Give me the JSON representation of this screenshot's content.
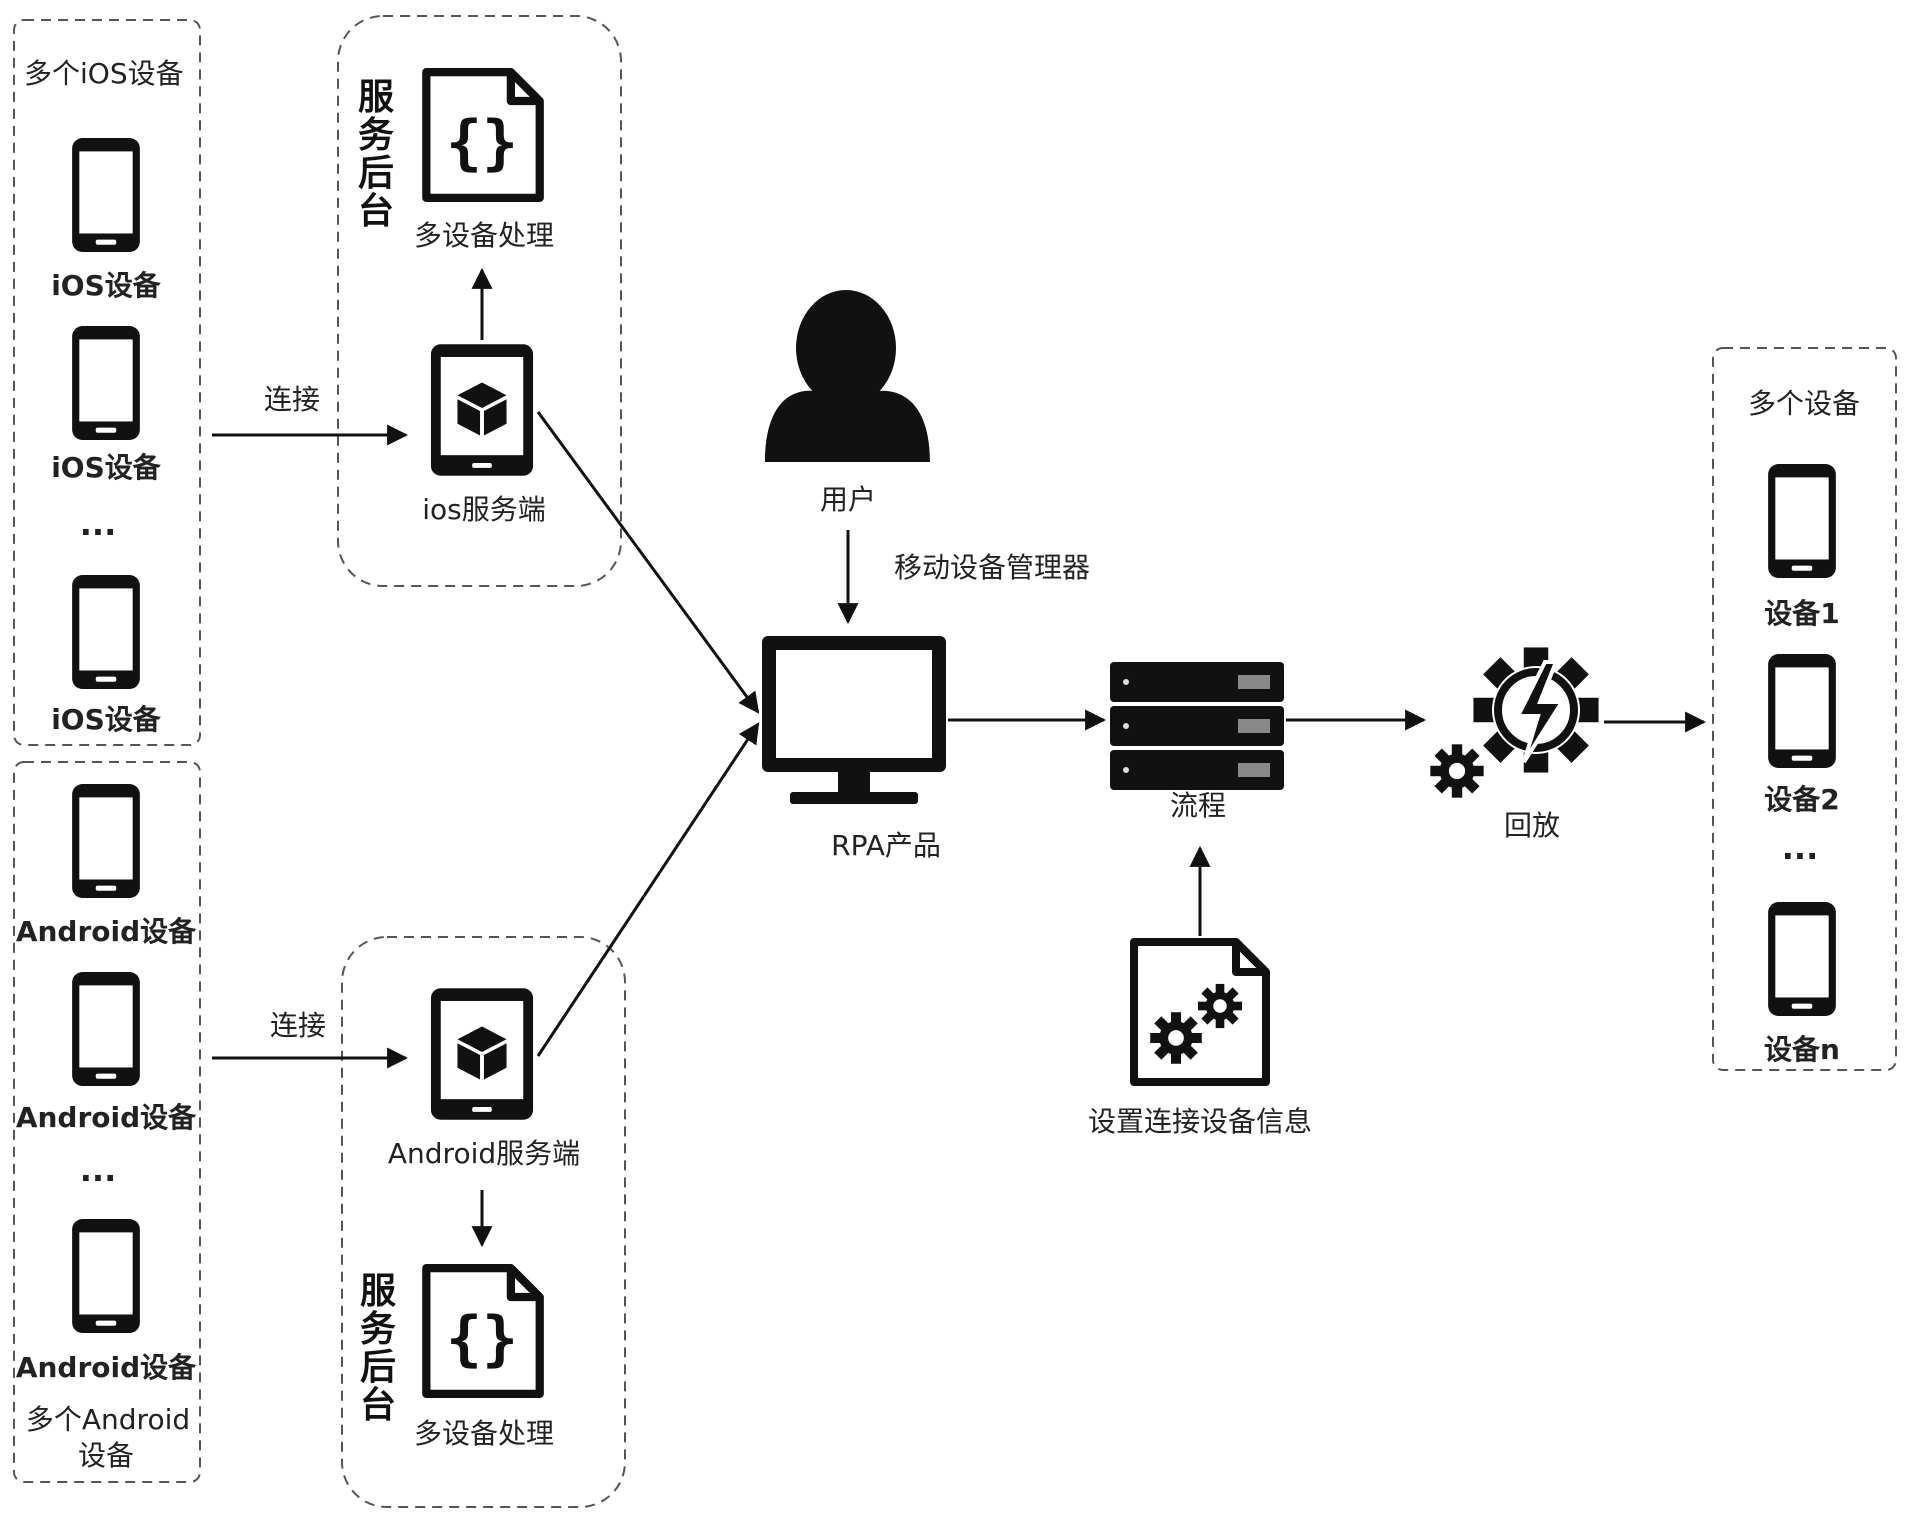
{
  "ios_group": {
    "title": "多个iOS设备",
    "device_labels": [
      "iOS设备",
      "iOS设备",
      "iOS设备"
    ],
    "ellipsis": "..."
  },
  "android_group": {
    "device_labels": [
      "Android设备",
      "Android设备",
      "Android设备"
    ],
    "ellipsis": "...",
    "title_line1": "多个Android",
    "title_line2": "设备"
  },
  "ios_server": {
    "backend_label": "服务后台",
    "processing_label": "多设备处理",
    "server_label": "ios服务端",
    "connect_label": "连接"
  },
  "android_server": {
    "backend_label": "服务后台",
    "processing_label": "多设备处理",
    "server_label": "Android服务端",
    "connect_label": "连接"
  },
  "user": {
    "label": "用户",
    "arrow_label": "移动设备管理器"
  },
  "rpa": {
    "label": "RPA产品"
  },
  "flow": {
    "label": "流程"
  },
  "settings": {
    "label": "设置连接设备信息"
  },
  "playback": {
    "label": "回放"
  },
  "devices_group": {
    "title": "多个设备",
    "device_labels": [
      "设备1",
      "设备2",
      "设备n"
    ],
    "ellipsis": "..."
  }
}
